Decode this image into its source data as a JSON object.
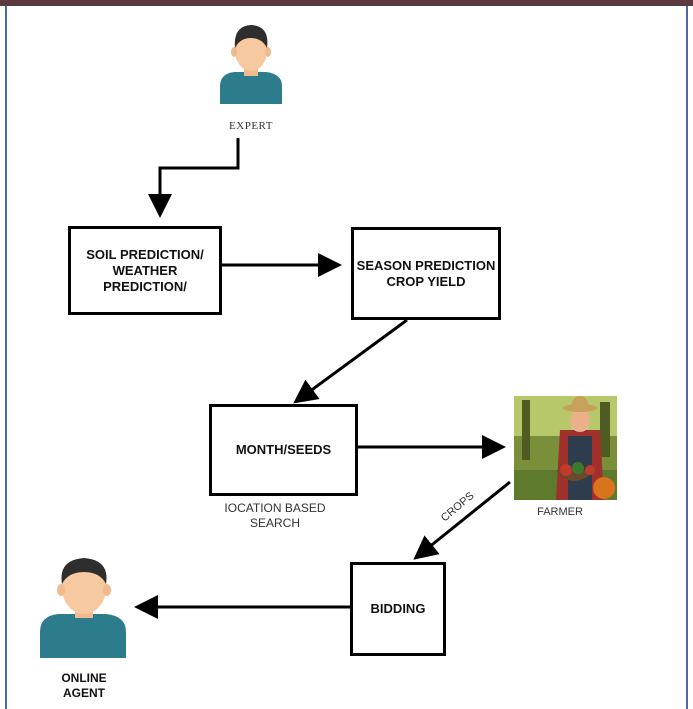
{
  "diagram": {
    "nodes": {
      "soil": "SOIL PREDICTION/\nWEATHER\nPREDICTION/",
      "season": "SEASON PREDICTION\nCROP YIELD",
      "month": "MONTH/SEEDS",
      "bidding": "BIDDING"
    },
    "actors": {
      "expert": "EXPERT",
      "farmer": "FARMER",
      "online_agent": "ONLINE\nAGENT"
    },
    "annotations": {
      "location": "IOCATION BASED\nSEARCH",
      "crops_edge": "CROPS"
    },
    "icons": {
      "expert": "person-icon",
      "farmer": "farmer-photo",
      "online_agent": "person-icon"
    },
    "colors": {
      "top_bar": "#5b3a3f",
      "frame_border": "#4a6aa1",
      "person_shirt": "#2c7c8c",
      "person_hair": "#2e2e2e",
      "person_skin": "#f7c9a1"
    }
  }
}
